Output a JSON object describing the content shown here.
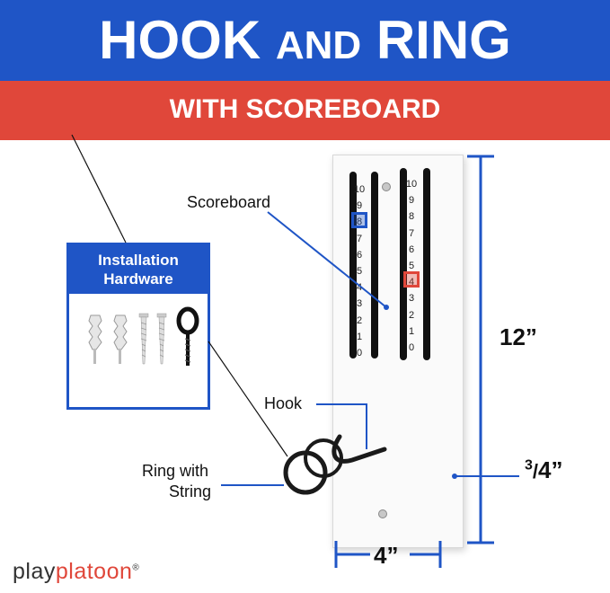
{
  "banner": {
    "title_main": "HOOK",
    "title_and": "AND",
    "title_end": "RING",
    "subtitle": "WITH SCOREBOARD",
    "blue": "#1f55c6",
    "red": "#e0473a"
  },
  "callouts": {
    "scoreboard": "Scoreboard",
    "hook": "Hook",
    "ring_line1": "Ring with",
    "ring_line2": "String"
  },
  "hardware": {
    "title_line1": "Installation",
    "title_line2": "Hardware",
    "items": [
      "wall-anchor-icon",
      "wall-anchor-icon",
      "screw-icon",
      "screw-icon",
      "eye-hook-icon"
    ]
  },
  "scoreboard": {
    "numbers": [
      "10",
      "9",
      "8",
      "7",
      "6",
      "5",
      "4",
      "3",
      "2",
      "1",
      "0"
    ],
    "left_marker": "8",
    "right_marker": "4"
  },
  "dimensions": {
    "height": "12”",
    "depth_num": "3",
    "depth_den": "4”",
    "width": "4”"
  },
  "logo": {
    "part1": "play",
    "part2": "platoon",
    "mark": "®"
  }
}
